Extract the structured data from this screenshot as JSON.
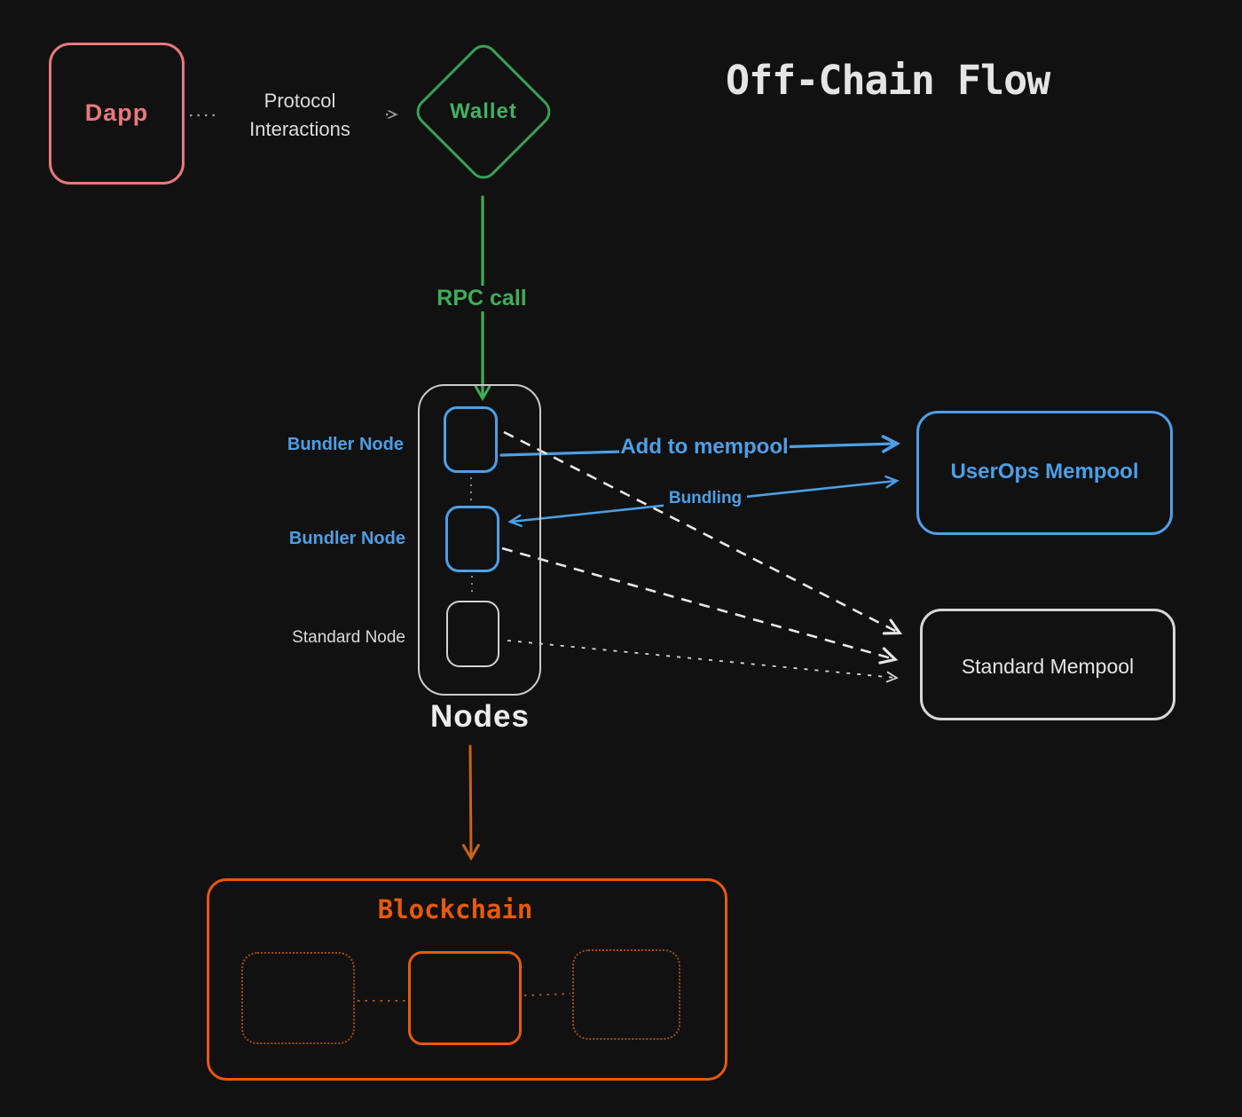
{
  "header": {
    "title": "Off-Chain Flow"
  },
  "dapp": {
    "label": "Dapp"
  },
  "wallet": {
    "label": "Wallet"
  },
  "edges": {
    "protocol_line1": "Protocol",
    "protocol_line2": "Interactions",
    "rpc_call": "RPC call",
    "add_to_mempool": "Add to mempool",
    "bundling": "Bundling"
  },
  "nodes_group": {
    "label": "Nodes",
    "items": [
      {
        "label": "Bundler Node",
        "type": "bundler"
      },
      {
        "label": "Bundler Node",
        "type": "bundler"
      },
      {
        "label": "Standard Node",
        "type": "standard"
      }
    ]
  },
  "mempools": {
    "userops": {
      "label": "UserOps Mempool"
    },
    "standard": {
      "label": "Standard Mempool"
    }
  },
  "blockchain": {
    "title": "Blockchain"
  },
  "colors": {
    "background": "#111111",
    "dapp_red": "#e8787d",
    "wallet_green": "#39a058",
    "bundler_blue": "#4d9fe6",
    "blockchain_orange": "#e8590c",
    "neutral_white": "#e4e4e4"
  }
}
